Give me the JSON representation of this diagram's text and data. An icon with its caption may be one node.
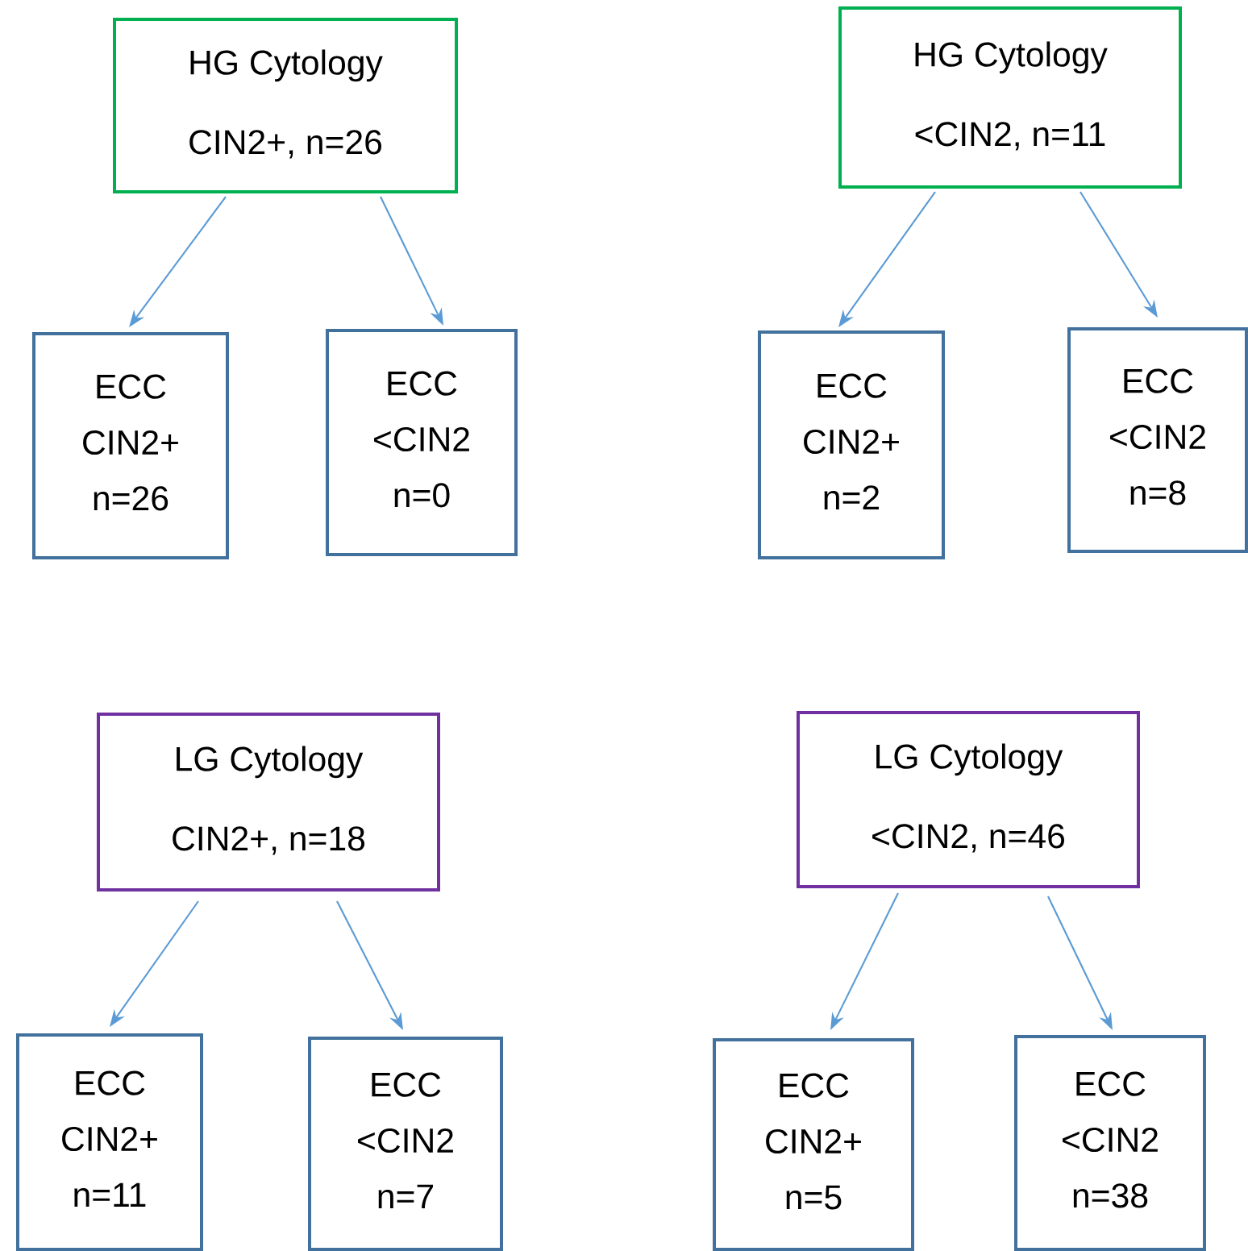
{
  "diagram": {
    "nodes": [
      {
        "text": [
          "HG Cytology",
          "CIN2+, n=26"
        ]
      },
      {
        "text": [
          "ECC",
          "CIN2+",
          "n=26"
        ]
      },
      {
        "text": [
          "ECC",
          "<CIN2",
          "n=0"
        ]
      },
      {
        "text": [
          "HG Cytology",
          "<CIN2, n=11"
        ]
      },
      {
        "text": [
          "ECC",
          "CIN2+",
          "n=2"
        ]
      },
      {
        "text": [
          "ECC",
          "<CIN2",
          "n=8"
        ]
      },
      {
        "text": [
          "LG Cytology",
          "CIN2+, n=18"
        ]
      },
      {
        "text": [
          "ECC",
          "CIN2+",
          "n=11"
        ]
      },
      {
        "text": [
          "ECC",
          "<CIN2",
          "n=7"
        ]
      },
      {
        "text": [
          "LG Cytology",
          "<CIN2, n=46"
        ]
      },
      {
        "text": [
          "ECC",
          "CIN2+",
          "n=5"
        ]
      },
      {
        "text": [
          "ECC",
          "<CIN2",
          "n=38"
        ]
      }
    ],
    "edges": [
      {
        "from": 0,
        "to": 1,
        "arrow": "to"
      },
      {
        "from": 0,
        "to": 2,
        "arrow": "to"
      },
      {
        "from": 3,
        "to": 4,
        "arrow": "to"
      },
      {
        "from": 3,
        "to": 5,
        "arrow": "to"
      },
      {
        "from": 6,
        "to": 7,
        "arrow": "to"
      },
      {
        "from": 6,
        "to": 8,
        "arrow": "to"
      },
      {
        "from": 9,
        "to": 10,
        "arrow": "to"
      },
      {
        "from": 9,
        "to": 11,
        "arrow": "to"
      }
    ]
  }
}
